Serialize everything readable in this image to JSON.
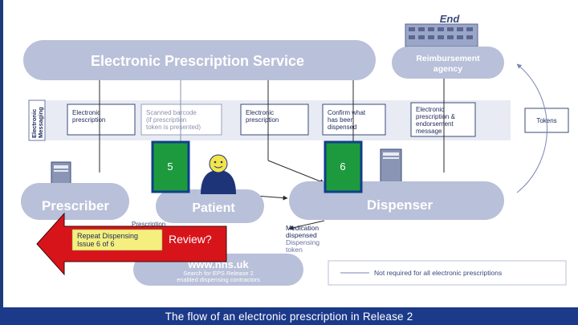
{
  "end_label": "End",
  "eps_title": "Electronic Prescription Service",
  "reimbursement": [
    "Reimbursement",
    "agency"
  ],
  "messaging_label": [
    "Electronic",
    "Messaging"
  ],
  "messages": [
    [
      "Electronic",
      "prescription"
    ],
    [
      "Scanned barcode",
      "(if prescription",
      "token is presented)"
    ],
    [
      "Electronic",
      "prescription"
    ],
    [
      "Confirm what",
      "has been",
      "dispensed"
    ],
    [
      "Electronic",
      "prescription &",
      "endorsement",
      "message"
    ]
  ],
  "tokens_label": "Tokens",
  "step_5": "5",
  "step_6": "6",
  "prescriber": "Prescriber",
  "patient": "Patient",
  "dispenser": "Dispenser",
  "prescription_partial": "Prescription",
  "medication_dispensed": [
    "Medication",
    "dispensed",
    "Dispensing",
    "token"
  ],
  "repeat_dispensing": [
    "Repeat Dispensing",
    "Issue 6 of 6"
  ],
  "review": "Review?",
  "nhs_site": "www.nhs.uk",
  "nhs_search": [
    "Search for EPS Release 2",
    "enabled dispensing contractors"
  ],
  "legend_text": "Not required for all electronic prescriptions",
  "footer_text": "The flow of an electronic prescription in Release 2",
  "colors": {
    "ellipse": "#b9c0d9",
    "ellipse_text": "#ffffff",
    "step_box": "#1e9a3e",
    "step_border": "#0f3f8a",
    "arrow": "#d8141b",
    "footer": "#1c3a8a"
  }
}
